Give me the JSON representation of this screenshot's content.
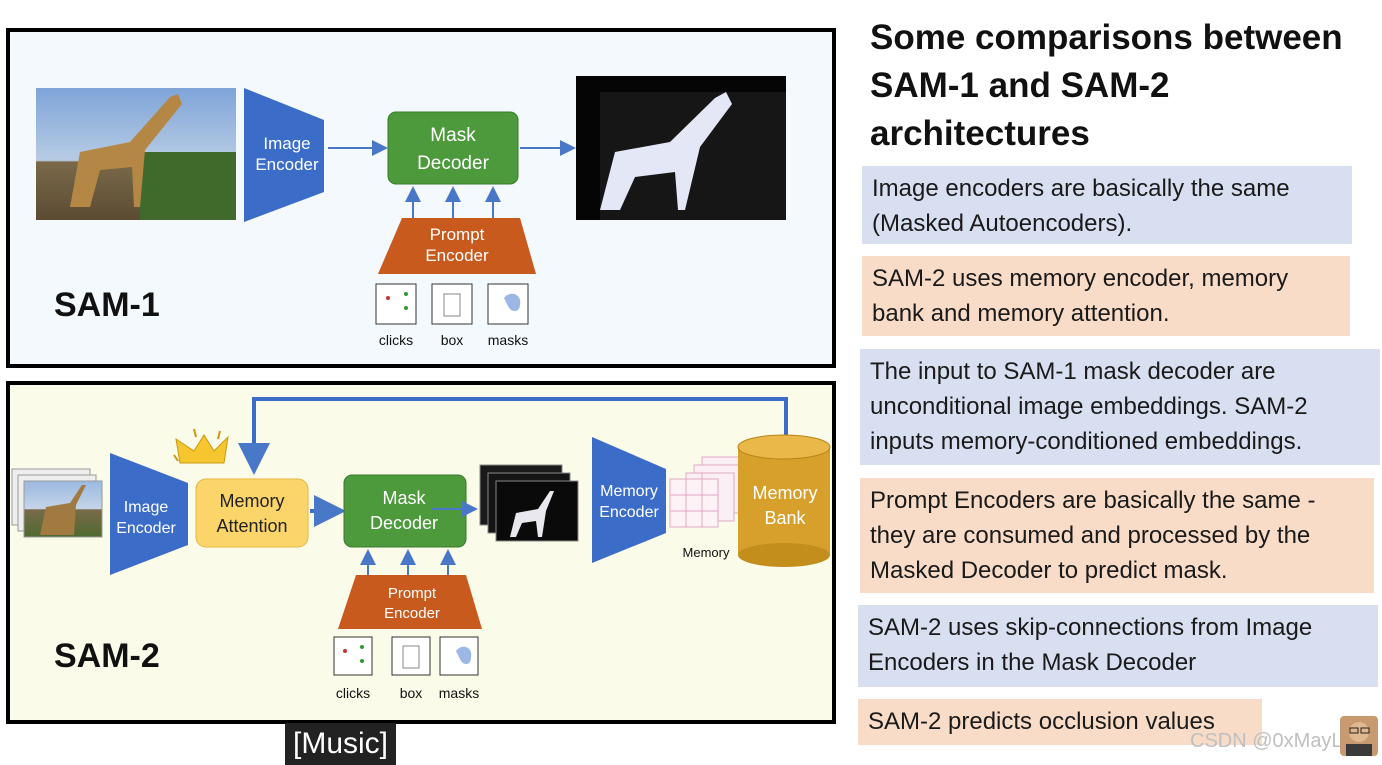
{
  "title": "Some comparisons between SAM-1 and SAM-2 architectures",
  "sam1": {
    "label": "SAM-1",
    "image_encoder": "Image Encoder",
    "mask_decoder": "Mask Decoder",
    "prompt_encoder": "Prompt Encoder",
    "prompts": [
      "clicks",
      "box",
      "masks"
    ]
  },
  "sam2": {
    "label": "SAM-2",
    "image_encoder": "Image Encoder",
    "memory_attention": "Memory Attention",
    "mask_decoder": "Mask Decoder",
    "prompt_encoder": "Prompt Encoder",
    "memory_encoder": "Memory Encoder",
    "memory_bank": "Memory Bank",
    "memory_label": "Memory",
    "prompts": [
      "clicks",
      "box",
      "masks"
    ]
  },
  "comparisons": [
    {
      "text": "Image encoders are basically the same (Masked Autoencoders).",
      "color": "blue"
    },
    {
      "text": "SAM-2 uses memory encoder, memory bank and memory attention.",
      "color": "orange"
    },
    {
      "text": "The input to SAM-1 mask decoder are unconditional image embeddings. SAM-2 inputs memory-conditioned embeddings.",
      "color": "blue"
    },
    {
      "text": "Prompt Encoders are basically the same - they are consumed and processed by the Masked Decoder to predict mask.",
      "color": "orange"
    },
    {
      "text": "SAM-2 uses skip-connections from Image Encoders in the Mask Decoder",
      "color": "blue"
    },
    {
      "text": "SAM-2 predicts occlusion values",
      "color": "orange"
    }
  ],
  "caption": "[Music]",
  "watermark": "CSDN @0xMayL",
  "colors": {
    "encoder_blue": "#3b6cc8",
    "decoder_green": "#4d9a3c",
    "prompt_orange": "#c85a1e",
    "memory_attention_yellow": "#fbd56a",
    "memory_bank_gold": "#d7a02a",
    "box_blue": "#d7dff0",
    "box_orange": "#f8dcc8"
  }
}
